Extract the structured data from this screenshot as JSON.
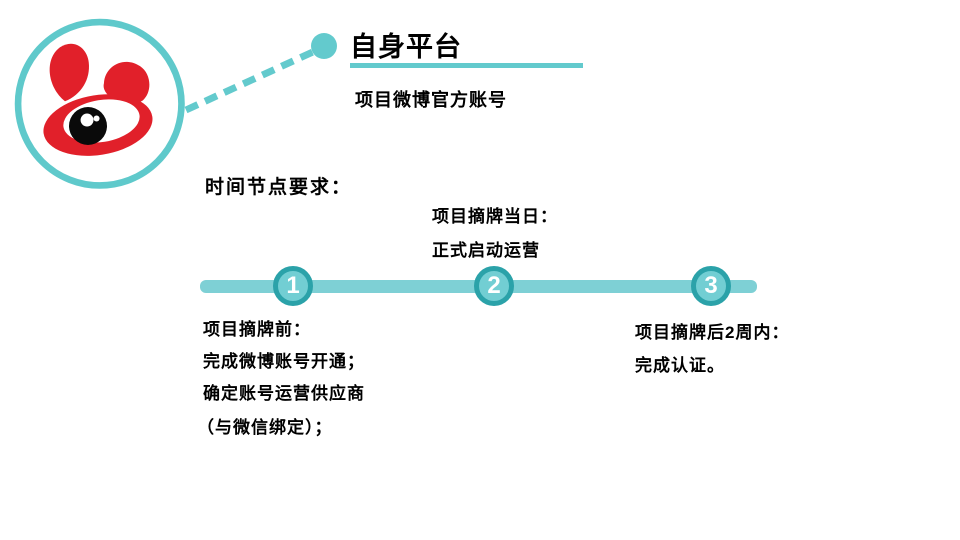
{
  "slide": {
    "title": "自身平台",
    "subtitle": "项目微博官方账号",
    "section_label": "时间节点要求：",
    "logo_icon": "weibo-logo"
  },
  "timeline": {
    "milestones": [
      {
        "number": "1",
        "lines": [
          "项目摘牌前：",
          "完成微博账号开通；",
          "确定账号运营供应商",
          "（与微信绑定）；"
        ]
      },
      {
        "number": "2",
        "lines": [
          "项目摘牌当日：",
          "正式启动运营"
        ]
      },
      {
        "number": "3",
        "lines": [
          "项目摘牌后2周内：",
          "完成认证。"
        ]
      }
    ]
  },
  "colors": {
    "accent": "#63cacd",
    "bar": "#7ed0d5",
    "ring": "#2ba2a9",
    "circle-fill": "#72ced3",
    "logo-red": "#e1202a",
    "text": "#000000"
  }
}
